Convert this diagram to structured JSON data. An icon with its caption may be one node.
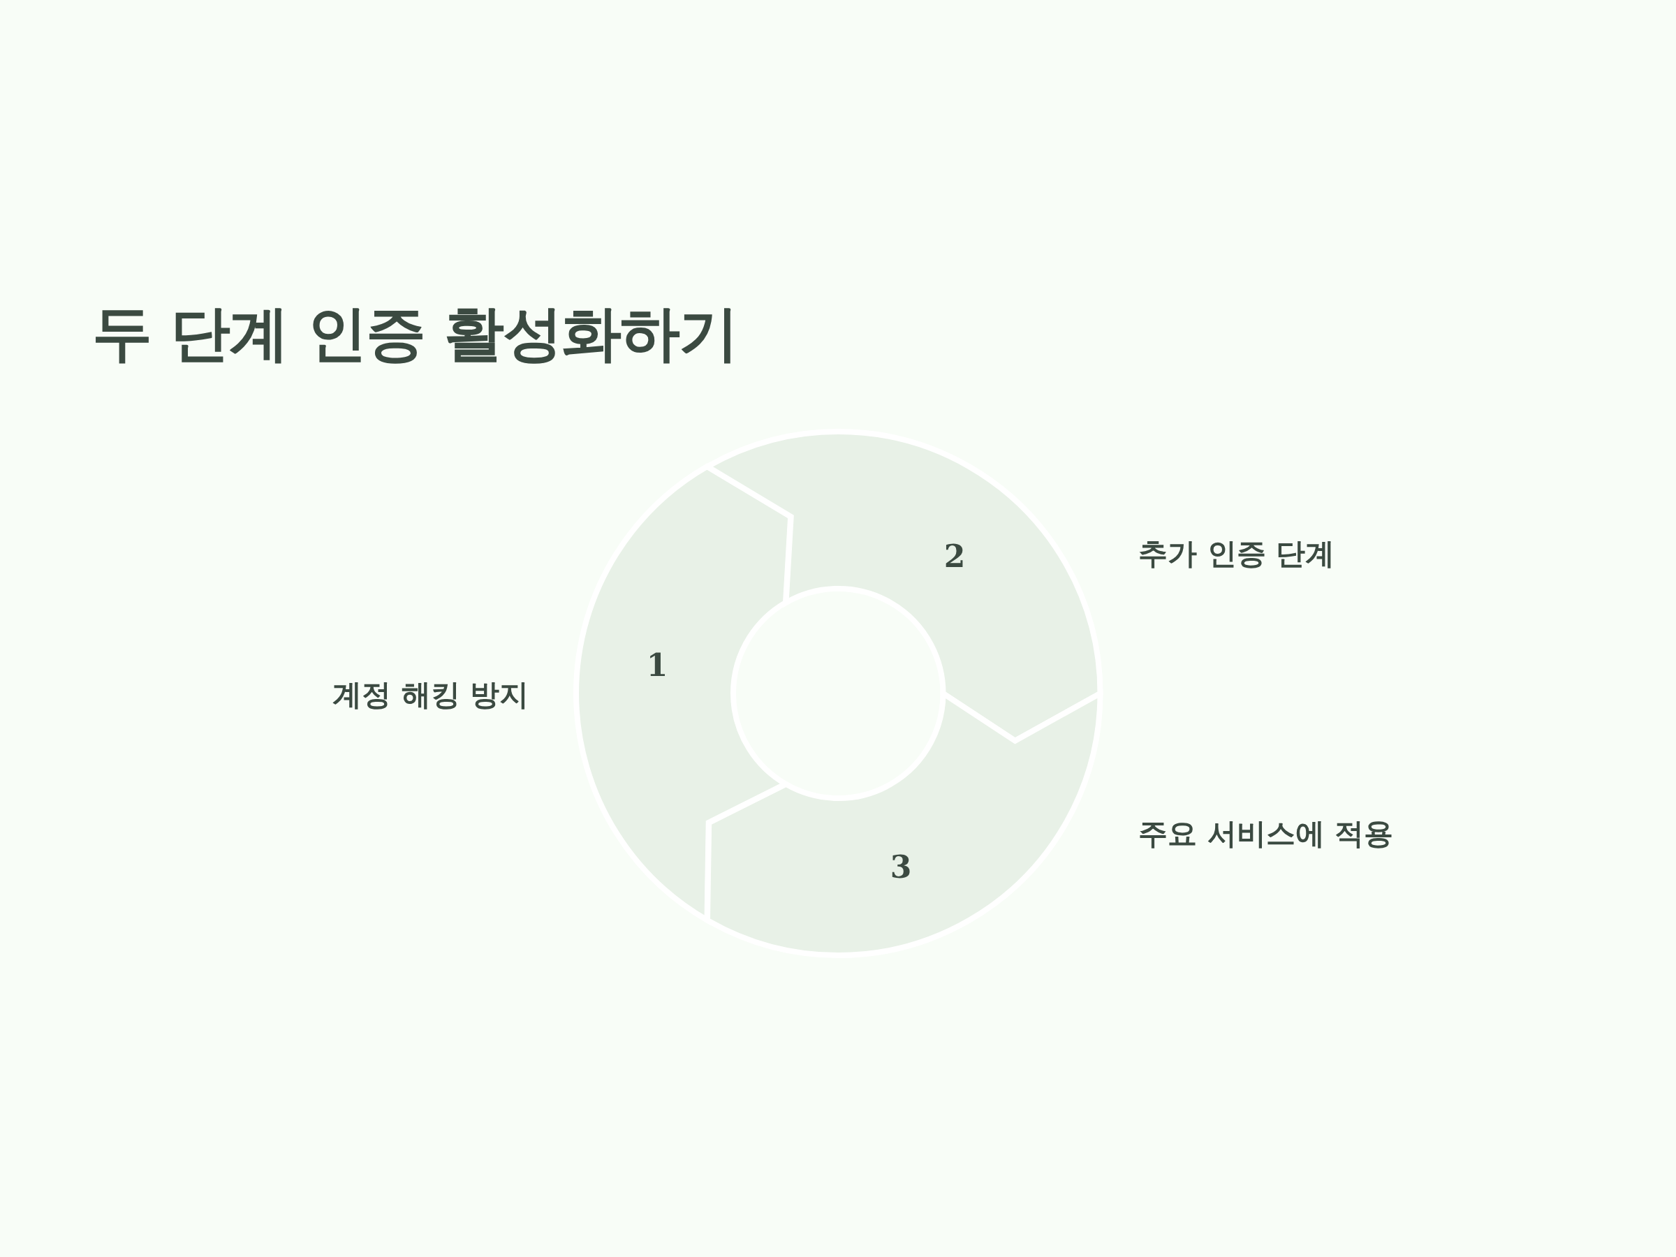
{
  "diagram": {
    "title": "두 단계 인증 활성화하기",
    "nodes": [
      {
        "text": [
          "1"
        ],
        "beside": [
          "계정 해킹 방지"
        ]
      },
      {
        "text": [
          "2"
        ],
        "beside": [
          "추가 인증 단계"
        ]
      },
      {
        "text": [
          "3"
        ],
        "beside": [
          "주요 서비스에 적용"
        ]
      }
    ],
    "edges": []
  }
}
